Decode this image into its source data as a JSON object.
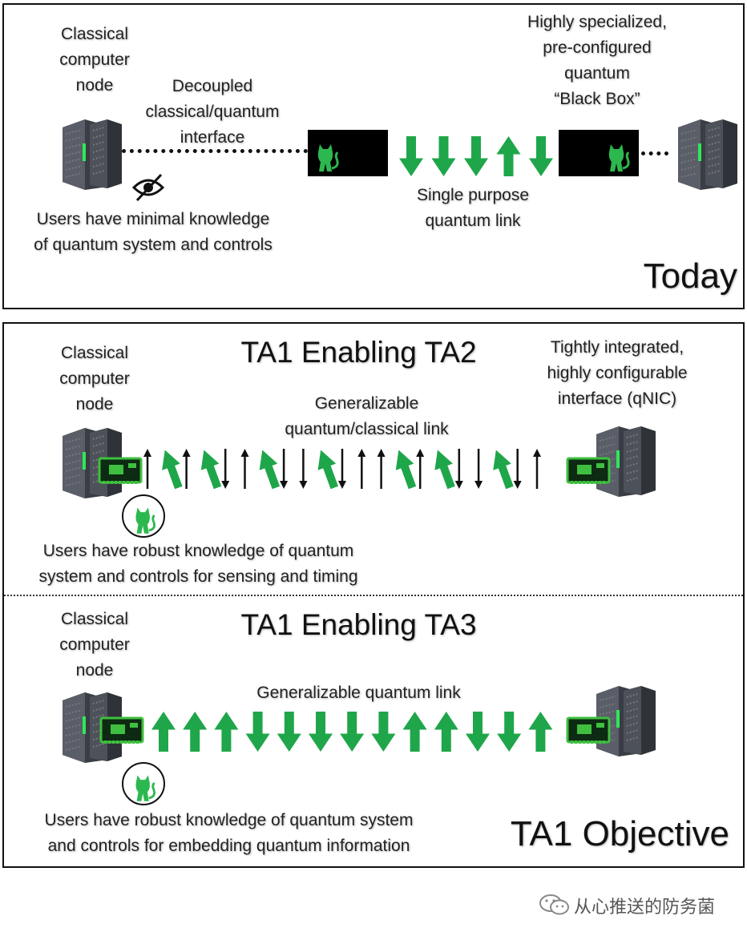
{
  "today_panel": {
    "left_node_label": "Classical\ncomputer\nnode",
    "interface_label": "Decoupled\nclassical/quantum\ninterface",
    "black_box_label": "Highly specialized,\npre-configured\nquantum\n“Black Box”",
    "link_label": "Single purpose\nquantum link",
    "users_label": "Users have minimal knowledge\nof quantum system and controls",
    "corner_label": "Today",
    "arrows": [
      "down",
      "down",
      "down",
      "up",
      "down"
    ]
  },
  "ta2_panel": {
    "title": "TA1 Enabling TA2",
    "left_node_label": "Classical\ncomputer\nnode",
    "interface_label": "Tightly integrated,\nhighly configurable\ninterface (qNIC)",
    "link_label": "Generalizable\nquantum/classical link",
    "users_label": "Users have robust knowledge of quantum\nsystem and controls for sensing and timing",
    "arrows": [
      "bu",
      "gu",
      "bu",
      "gu",
      "bd",
      "bu",
      "gu",
      "bd",
      "bd",
      "gu",
      "bd",
      "bu",
      "bu",
      "gu",
      "bu",
      "gu",
      "bd",
      "bd",
      "gu",
      "bd",
      "bu"
    ]
  },
  "ta3_panel": {
    "title": "TA1 Enabling TA3",
    "left_node_label": "Classical\ncomputer\nnode",
    "link_label": "Generalizable quantum link",
    "users_label": "Users have robust knowledge of quantum system\nand controls for embedding quantum information",
    "corner_label": "TA1 Objective",
    "arrows": [
      "up",
      "up",
      "up",
      "down",
      "down",
      "down",
      "down",
      "down",
      "up",
      "up",
      "down",
      "down",
      "up"
    ]
  },
  "footer": {
    "watermark_text": "从心推送的防务菌"
  },
  "colors": {
    "green_arrow": "#1fa64a",
    "cat_green": "#2db84f",
    "server_body": "#4a4d55",
    "server_led": "#2ee85a",
    "card_green": "#3fbf3f"
  }
}
